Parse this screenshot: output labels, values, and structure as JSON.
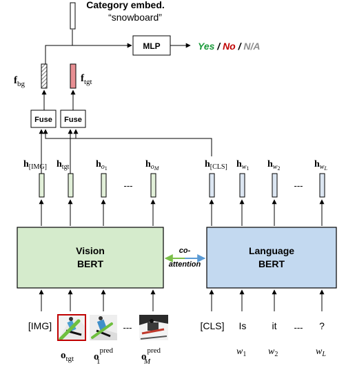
{
  "category": {
    "title": "Category embed.",
    "subtitle": "“snowboard”"
  },
  "mlp": {
    "label": "MLP"
  },
  "outputs": {
    "yes": "Yes",
    "sep1": " / ",
    "no": "No",
    "sep2": " / ",
    "na": "N/A",
    "colors": {
      "yes": "#1a9a3a",
      "no": "#c00000",
      "na": "#8c8c8c"
    }
  },
  "features": {
    "f_bg": {
      "base": "f",
      "sub": "bg"
    },
    "f_tgt": {
      "base": "f",
      "sub": "tgt"
    }
  },
  "fuse": {
    "label": "Fuse"
  },
  "vision_tokens": [
    {
      "base": "h",
      "sub": "[IMG]"
    },
    {
      "base": "h",
      "sub": "tgt"
    },
    {
      "base": "h",
      "sub": "o",
      "subsub": "1"
    },
    {
      "base": "h",
      "sub": "o",
      "subsub": "M"
    }
  ],
  "language_tokens": [
    {
      "base": "h",
      "sub": "[CLS]"
    },
    {
      "base": "h",
      "sub": "w",
      "subsub": "1"
    },
    {
      "base": "h",
      "sub": "w",
      "subsub": "2"
    },
    {
      "base": "h",
      "sub": "w",
      "subsub": "L"
    }
  ],
  "ellipsis": "---",
  "vision_bert": {
    "line1": "Vision",
    "line2": "BERT",
    "color": "#d5ebcc"
  },
  "language_bert": {
    "line1": "Language",
    "line2": "BERT",
    "color": "#c3d9f0"
  },
  "coattention": {
    "line1": "co-",
    "line2": "attention"
  },
  "vision_inputs": {
    "img": "[IMG]",
    "o_tgt": {
      "base": "o",
      "sub": "tgt"
    },
    "o_1": {
      "base": "o",
      "sub": "1",
      "sup": "pred"
    },
    "o_M": {
      "base": "o",
      "sub": "M",
      "sup": "pred"
    }
  },
  "language_inputs": {
    "cls": "[CLS]",
    "w1_word": "Is",
    "w2_word": "it",
    "wl_word": "?",
    "w1": {
      "base": "w",
      "sub": "1"
    },
    "w2": {
      "base": "w",
      "sub": "2"
    },
    "wl": {
      "base": "w",
      "sub": "L"
    }
  }
}
